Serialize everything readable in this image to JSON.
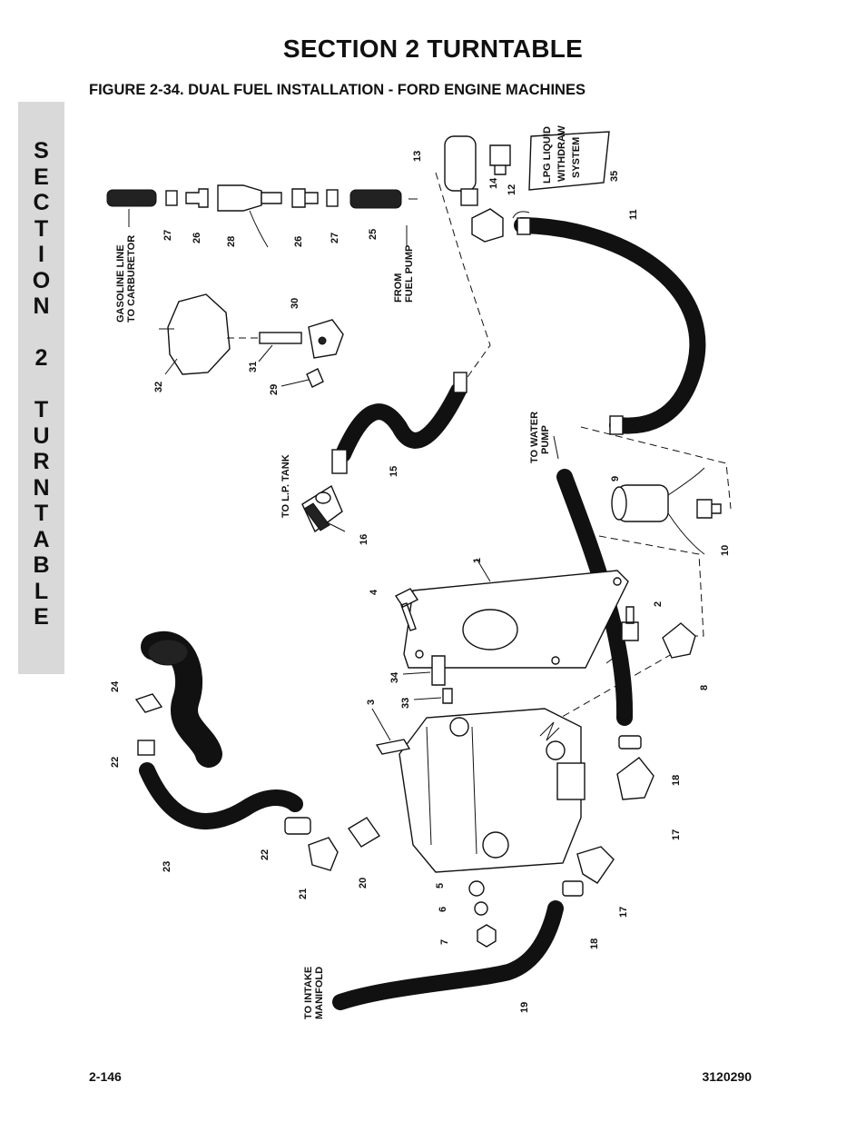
{
  "header": {
    "section_title": "SECTION 2  TURNTABLE",
    "figure_caption": "FIGURE 2-34.  DUAL FUEL INSTALLATION - FORD ENGINE MACHINES"
  },
  "side_tab": {
    "letters": [
      "S",
      "E",
      "C",
      "T",
      "I",
      "O",
      "N",
      "",
      "2",
      "",
      "T",
      "U",
      "R",
      "N",
      "T",
      "A",
      "B",
      "L",
      "E"
    ]
  },
  "diagram": {
    "labels": {
      "gasoline_line": "GASOLINE LINE",
      "to_carburetor": "TO CARBURETOR",
      "from": "FROM",
      "fuel_pump": "FUEL PUMP",
      "to_lp_tank": "TO L.P. TANK",
      "to_water": "TO WATER",
      "pump": "PUMP",
      "to_intake": "TO INTAKE",
      "manifold": "MANIFOLD",
      "tag_line1": "LPG LIQUID",
      "tag_line2": "WITHDRAW",
      "tag_line3": "SYSTEM"
    },
    "callouts": {
      "c1": "1",
      "c2": "2",
      "c3": "3",
      "c4": "4",
      "c5": "5",
      "c6": "6",
      "c7": "7",
      "c8": "8",
      "c9": "9",
      "c10": "10",
      "c11": "11",
      "c12": "12",
      "c13": "13",
      "c14": "14",
      "c15": "15",
      "c16": "16",
      "c17a": "17",
      "c17b": "17",
      "c18a": "18",
      "c18b": "18",
      "c19": "19",
      "c20": "20",
      "c21": "21",
      "c22a": "22",
      "c22b": "22",
      "c23": "23",
      "c24": "24",
      "c25": "25",
      "c26a": "26",
      "c26b": "26",
      "c27a": "27",
      "c27b": "27",
      "c28": "28",
      "c29": "29",
      "c30": "30",
      "c31": "31",
      "c32": "32",
      "c33": "33",
      "c34": "34",
      "c35": "35"
    }
  },
  "footer": {
    "page_number": "2-146",
    "doc_number": "3120290"
  }
}
